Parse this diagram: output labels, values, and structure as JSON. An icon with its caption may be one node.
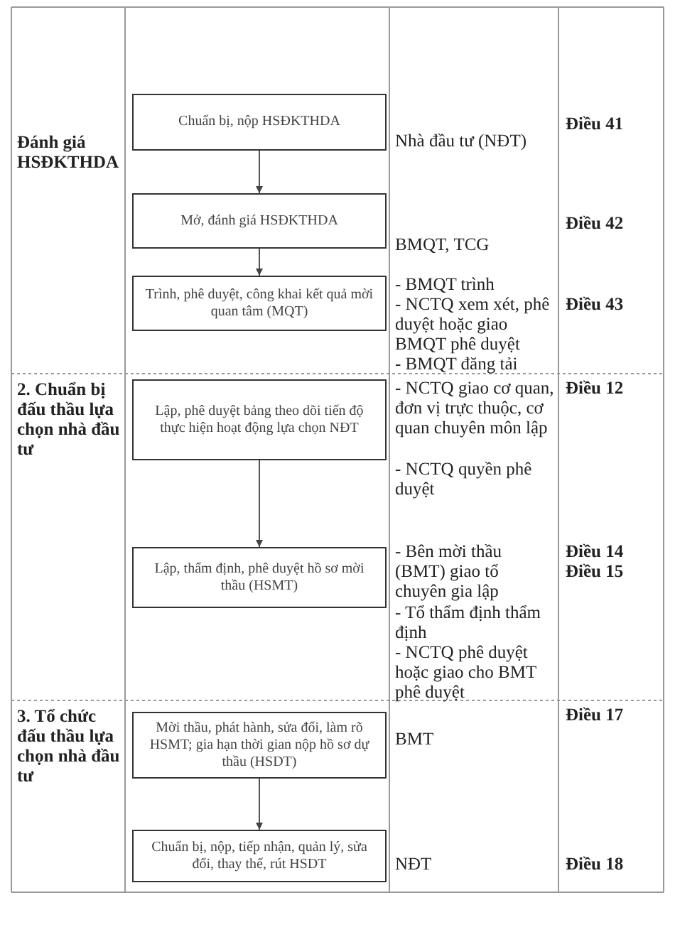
{
  "diagram": {
    "nodes": [
      {
        "text": [
          "Chuẩn bị, nộp HSĐKTHDA"
        ]
      },
      {
        "text": [
          "Mở, đánh giá HSĐKTHDA"
        ]
      },
      {
        "text": [
          "Trình, phê duyệt, công khai kết quả mời quan tâm (MQT)"
        ]
      },
      {
        "text": [
          "Lập, phê duyệt bảng theo dõi tiến độ thực hiện hoạt động lựa chọn NĐT"
        ]
      },
      {
        "text": [
          "Lập, thẩm định, phê duyệt hồ sơ mời thầu (HSMT)"
        ]
      },
      {
        "text": [
          "Mời thầu, phát hành, sửa đổi, làm rõ HSMT; gia hạn thời gian nộp hồ sơ dự thầu (HSDT)"
        ]
      },
      {
        "text": [
          "Chuẩn bị, nộp, tiếp nhận, quản lý, sửa đổi, thay thế, rút HSDT"
        ]
      }
    ],
    "edges": [
      {
        "from": 0,
        "to": 1,
        "arrow": "to"
      },
      {
        "from": 1,
        "to": 2,
        "arrow": "to"
      },
      {
        "from": 3,
        "to": 4,
        "arrow": "to"
      },
      {
        "from": 5,
        "to": 6,
        "arrow": "to"
      }
    ],
    "labels": [
      "Đánh giá HSĐKTHDA",
      "Nhà đầu tư (NĐT)",
      "Điều 41",
      "BMQT, TCG",
      "Điều 42",
      "- BMQT trình",
      "- NCTQ xem xét, phê duyệt hoặc giao BMQT phê duyệt",
      "- BMQT đăng tải",
      "Điều 43",
      "2. Chuẩn bị đấu thầu lựa chọn nhà đầu tư",
      "- NCTQ giao cơ quan, đơn vị trực thuộc, cơ quan chuyên môn lập",
      "- NCTQ quyền phê duyệt",
      "Điều 12",
      "- Bên mời thầu (BMT) giao tổ chuyên gia lập",
      "- Tổ thẩm định thẩm định",
      "- NCTQ phê duyệt hoặc giao cho BMT phê duyệt",
      "Điều 14",
      "Điều 15",
      "3. Tổ chức đấu thầu lựa chọn nhà đầu tư",
      "BMT",
      "Điều 17",
      "NĐT",
      "Điều 18"
    ]
  }
}
